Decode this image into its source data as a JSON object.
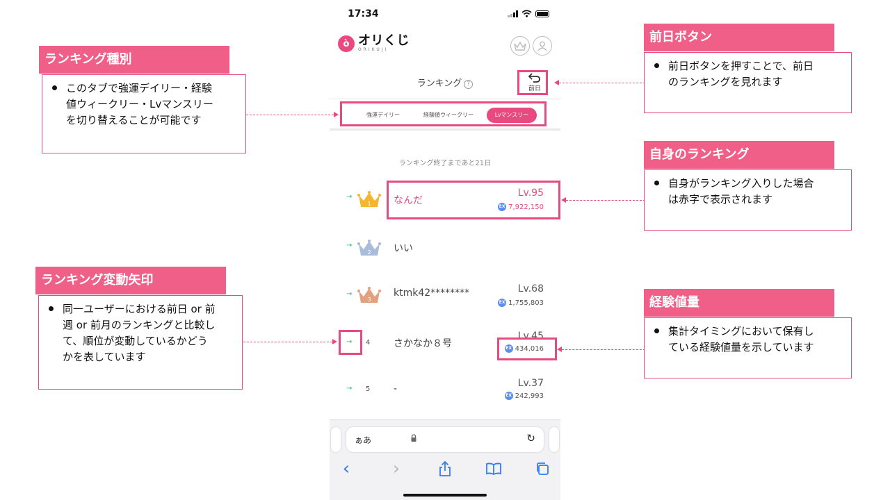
{
  "status_bar": {
    "time": "17:34"
  },
  "app": {
    "logo_mark": "ò",
    "logo_text": "オリくじ",
    "logo_sub": "ORIKUJI",
    "crown_icon": "crown-icon",
    "user_icon": "user-icon"
  },
  "page": {
    "title": "ランキング",
    "help_glyph": "?",
    "prev_button_label": "前日",
    "remaining_text": "ランキング終了まであと21日"
  },
  "tabs": [
    {
      "label": "強運デイリー",
      "active": false
    },
    {
      "label": "経験値ウィークリー",
      "active": false
    },
    {
      "label": "Lvマンスリー",
      "active": true
    }
  ],
  "rankings": [
    {
      "rank": "1",
      "arrow": "→",
      "name": "なんだ",
      "level": "Lv.95",
      "exp": "7,922,150",
      "is_self": true,
      "crown": "gold"
    },
    {
      "rank": "2",
      "arrow": "→",
      "name": "いい",
      "level": "",
      "exp": "",
      "is_self": false,
      "crown": "silver"
    },
    {
      "rank": "3",
      "arrow": "→",
      "name": "ktmk42********",
      "level": "Lv.68",
      "exp": "1,755,803",
      "is_self": false,
      "crown": "bronze"
    },
    {
      "rank": "4",
      "arrow": "→",
      "name": "さかなか８号",
      "level": "Lv.45",
      "exp": "434,016",
      "is_self": false,
      "crown": ""
    },
    {
      "rank": "5",
      "arrow": "→",
      "name": "-",
      "level": "Lv.37",
      "exp": "242,993",
      "is_self": false,
      "crown": ""
    }
  ],
  "ex_badge": "EX",
  "browser": {
    "aa_label": "ぁあ",
    "reload_glyph": "↻",
    "back_glyph": "‹",
    "forward_glyph": "›"
  },
  "annotations": {
    "ranking_type": {
      "title": "ランキング種別",
      "lines": [
        "このタブで強運デイリー・経験",
        "値ウィークリー・Lvマンスリー",
        "を切り替えることが可能です"
      ]
    },
    "ranking_arrow": {
      "title": "ランキング変動矢印",
      "lines": [
        "同一ユーザーにおける前日 or 前",
        "週 or 前月のランキングと比較し",
        "て、順位が変動しているかどう",
        "かを表しています"
      ]
    },
    "prev_day": {
      "title": "前日ボタン",
      "lines": [
        "前日ボタンを押すことで、前日",
        "のランキングを見れます"
      ]
    },
    "own_ranking": {
      "title": "自身のランキング",
      "lines": [
        "自身がランキング入りした場合",
        "は赤字で表示されます"
      ]
    },
    "exp_amount": {
      "title": "経験値量",
      "lines": [
        "集計タイミングにおいて保有し",
        "ている経験値量を示しています"
      ]
    }
  },
  "colors": {
    "accent": "#e84a7f",
    "annotation_header": "#ef5f88",
    "arrow_green": "#2bb673",
    "ex_blue": "#5b8def",
    "crown_gold": "#f2b632",
    "crown_silver": "#a9bcd9",
    "crown_bronze": "#e3a17f"
  }
}
